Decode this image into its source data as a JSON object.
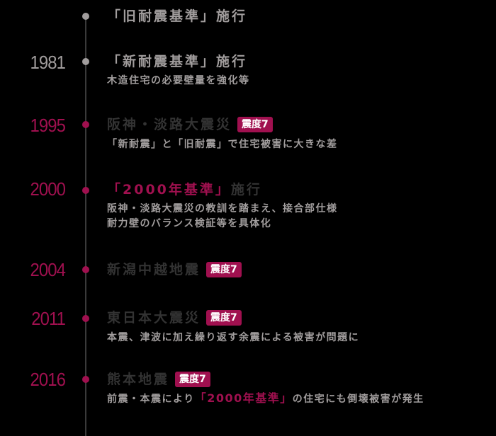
{
  "colors": {
    "background": "#000000",
    "accent": "#a0104f",
    "gray_text": "#a19d9d",
    "dark_title": "#333333",
    "line": "#3a3a3a"
  },
  "events": [
    {
      "year": "",
      "title": "「旧耐震基準」施行",
      "badge": null,
      "description": []
    },
    {
      "year": "1981",
      "title": "「新耐震基準」施行",
      "badge": null,
      "description": [
        "木造住宅の必要壁量を強化等"
      ]
    },
    {
      "year": "1995",
      "title": "阪神・淡路大震災",
      "badge": "震度7",
      "description": [
        "「新耐震」と「旧耐震」で住宅被害に大きな差"
      ]
    },
    {
      "year": "2000",
      "title_accent": "「2000年基準」",
      "title_rest": "施行",
      "badge": null,
      "description": [
        "阪神・淡路大震災の教訓を踏まえ、接合部仕様",
        "耐力壁のバランス検証等を具体化"
      ]
    },
    {
      "year": "2004",
      "title": "新潟中越地震",
      "badge": "震度7",
      "description": []
    },
    {
      "year": "2011",
      "title": "東日本大震災",
      "badge": "震度7",
      "description": [
        "本震、津波に加え繰り返す余震による被害が問題に"
      ]
    },
    {
      "year": "2016",
      "title": "熊本地震",
      "badge": "震度7",
      "description_pre": "前震・本震により",
      "description_accent": "「2000年基準」",
      "description_post": "の住宅にも倒壊被害が発生"
    }
  ]
}
